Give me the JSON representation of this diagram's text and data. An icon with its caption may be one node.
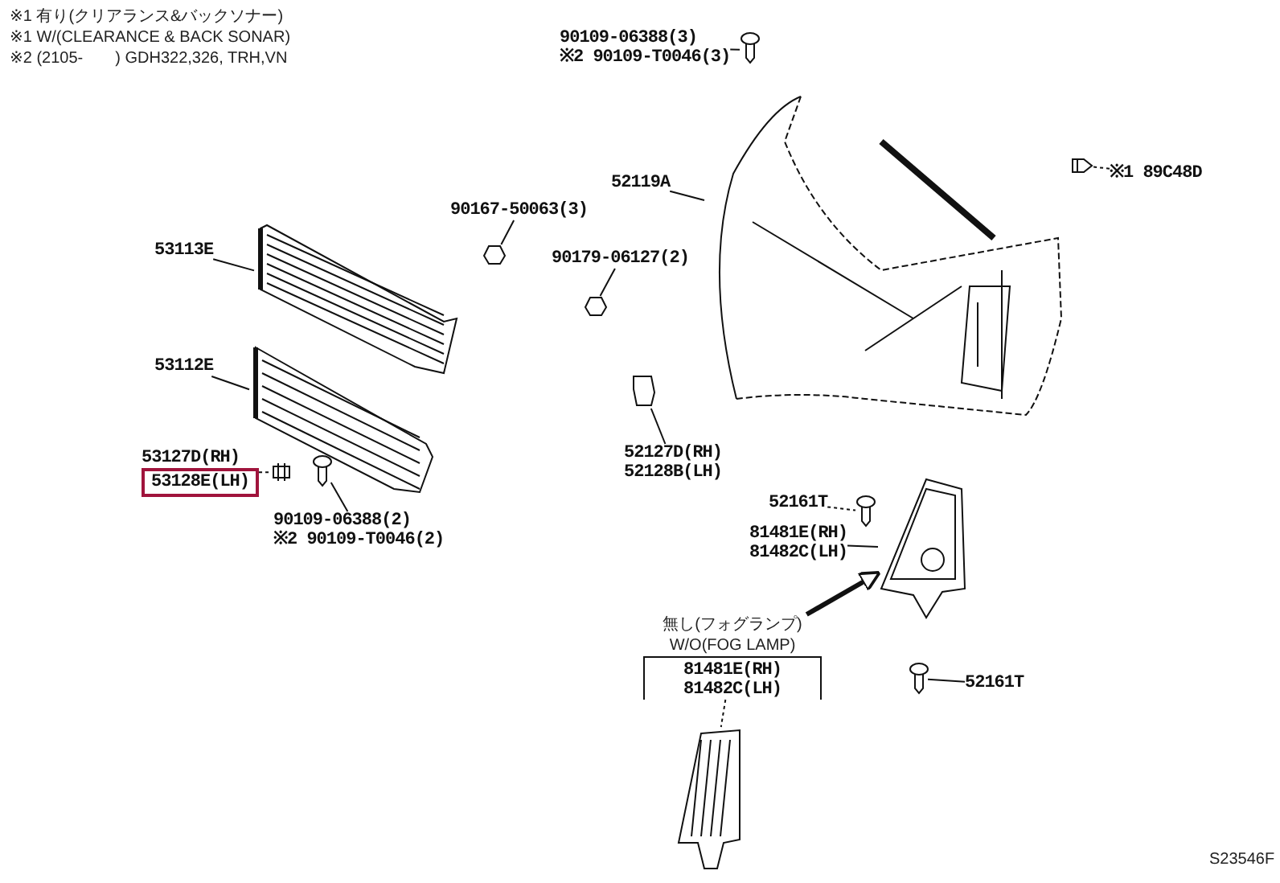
{
  "diagram": {
    "nodes": [
      {
        "text": [
          "53113E"
        ]
      },
      {
        "text": [],
        "shape": "picture"
      },
      {
        "text": [
          "53112E"
        ]
      },
      {
        "text": [],
        "shape": "picture"
      },
      {
        "text": [
          "53127D(RH)",
          "53128E(LH)"
        ]
      },
      {
        "text": [],
        "shape": "picture"
      },
      {
        "text": [
          "90109-06388(2)",
          "※2 90109-T0046(2)"
        ]
      },
      {
        "text": [],
        "shape": "picture"
      },
      {
        "text": [
          "90167-50063(3)"
        ]
      },
      {
        "text": [],
        "shape": "picture"
      },
      {
        "text": [
          "90109-06388(3)",
          "※2 90109-T0046(3)"
        ]
      },
      {
        "text": [],
        "shape": "picture"
      },
      {
        "text": [
          "52119A"
        ]
      },
      {
        "text": [],
        "shape": "picture"
      },
      {
        "text": [
          "※1 89C48D"
        ]
      },
      {
        "text": [],
        "shape": "picture"
      },
      {
        "text": [
          "90179-06127(2)"
        ]
      },
      {
        "text": [],
        "shape": "picture"
      },
      {
        "text": [
          "52127D(RH)",
          "52128B(LH)"
        ]
      },
      {
        "text": [],
        "shape": "picture"
      },
      {
        "text": [
          "52161T"
        ]
      },
      {
        "text": [],
        "shape": "picture"
      },
      {
        "text": [
          "81481E(RH)",
          "81482C(LH)"
        ]
      },
      {
        "text": [],
        "shape": "picture"
      },
      {
        "text": [
          "52161T"
        ]
      },
      {
        "text": [],
        "shape": "picture"
      },
      {
        "text": [
          "無し(フォグランプ)",
          "W/O(FOG LAMP)",
          "81481E(RH)",
          "81482C(LH)"
        ]
      },
      {
        "text": [],
        "shape": "picture"
      }
    ],
    "edges": [
      {
        "from": 0,
        "to": 1,
        "arrow": "none"
      },
      {
        "from": 2,
        "to": 3,
        "arrow": "none"
      },
      {
        "from": 4,
        "to": 5,
        "arrow": "none",
        "style": "dashed"
      },
      {
        "from": 6,
        "to": 7,
        "arrow": "none"
      },
      {
        "from": 8,
        "to": 9,
        "arrow": "none"
      },
      {
        "from": 10,
        "to": 11,
        "arrow": "none"
      },
      {
        "from": 12,
        "to": 13,
        "arrow": "none"
      },
      {
        "from": 14,
        "to": 15,
        "arrow": "none",
        "style": "dashed"
      },
      {
        "from": 16,
        "to": 17,
        "arrow": "none"
      },
      {
        "from": 18,
        "to": 19,
        "arrow": "none"
      },
      {
        "from": 20,
        "to": 21,
        "arrow": "none",
        "style": "dashed"
      },
      {
        "from": 22,
        "to": 23,
        "arrow": "none"
      },
      {
        "from": 24,
        "to": 25,
        "arrow": "none"
      },
      {
        "from": 26,
        "to": 23,
        "arrow": "to",
        "style": "thick"
      },
      {
        "from": 26,
        "to": 27,
        "arrow": "none",
        "style": "dashed"
      }
    ],
    "labels": [
      "※1 有り(クリアランス&バックソナー)",
      "※1 W/(CLEARANCE & BACK SONAR)",
      "※2 (2105-　　) GDH322,326, TRH,VN",
      "S23546F"
    ]
  }
}
